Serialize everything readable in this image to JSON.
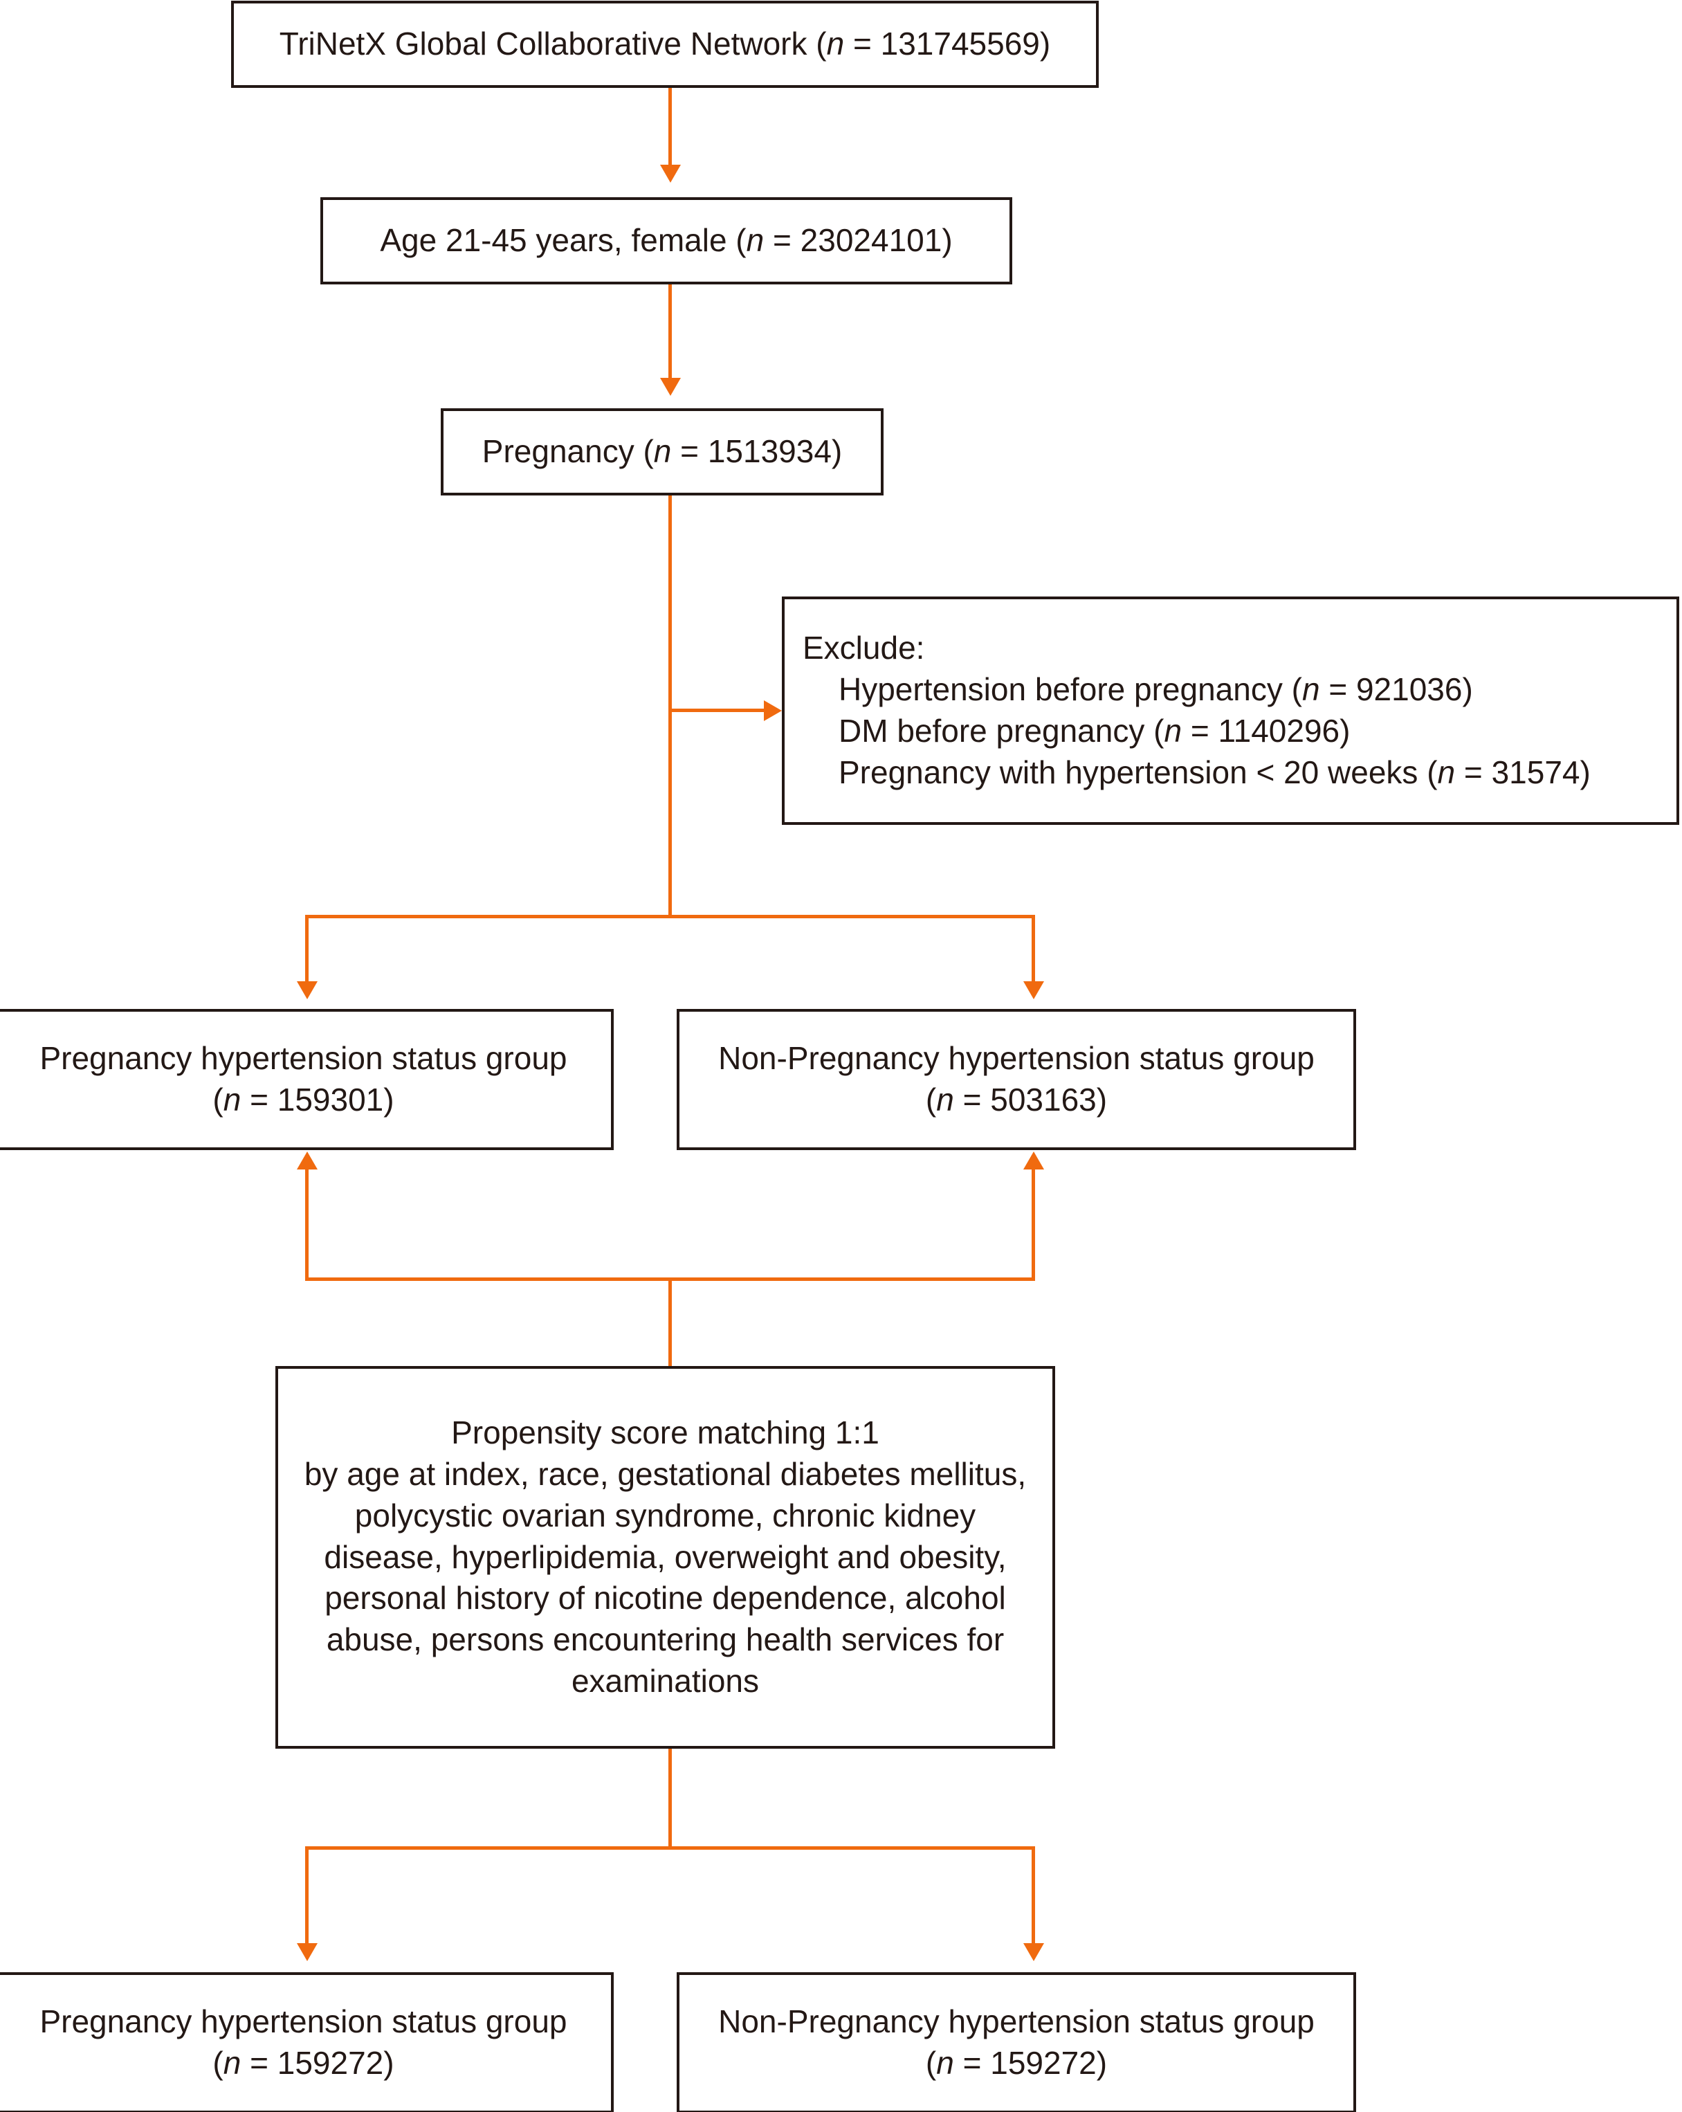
{
  "figure": {
    "type": "flowchart",
    "title": "Study population selection flow diagram",
    "colors": {
      "box_border": "#231815",
      "connector": "#F06A0F",
      "text": "#231815",
      "background": "#FFFFFF"
    }
  },
  "nodes": {
    "cohort_source": {
      "label": "TriNetX Global Collaborative Network (n = 131745569)",
      "text": "TriNetX Global Collaborative Network (",
      "n_var": "n",
      "n_eq": " = 131745569)",
      "n_value": 131745569
    },
    "age_sex_filter": {
      "label": "Age 21-45 years, female (n = 23024101)",
      "text": "Age 21-45 years, female (",
      "n_var": "n",
      "n_eq": " = 23024101)",
      "n_value": 23024101
    },
    "pregnancy": {
      "label": "Pregnancy (n = 1513934)",
      "text": "Pregnancy (",
      "n_var": "n",
      "n_eq": " = 1513934)",
      "n_value": 1513934
    },
    "exclude": {
      "heading": "Exclude:",
      "items": [
        {
          "text": "Hypertension before pregnancy (",
          "n_var": "n",
          "n_eq": " = 921036)",
          "n_value": 921036,
          "label": "Hypertension before pregnancy (n = 921036)"
        },
        {
          "text": "DM before pregnancy (",
          "n_var": "n",
          "n_eq": " = 1140296)",
          "n_value": 1140296,
          "label": "DM before pregnancy (n = 1140296)"
        },
        {
          "text": "Pregnancy with hypertension < 20 weeks (",
          "n_var": "n",
          "n_eq": " = 31574)",
          "n_value": 31574,
          "label": "Pregnancy with hypertension < 20 weeks (n = 31574)"
        }
      ]
    },
    "group_pregnancy_pre": {
      "line1": "Pregnancy hypertension status group",
      "n_open": "(",
      "n_var": "n",
      "n_eq": " = 159301)",
      "n_value": 159301,
      "label": "Pregnancy hypertension status group (n = 159301)"
    },
    "group_nonpregnancy_pre": {
      "line1": "Non-Pregnancy hypertension status group",
      "n_open": "(",
      "n_var": "n",
      "n_eq": " = 503163)",
      "n_value": 503163,
      "label": "Non-Pregnancy hypertension status group (n = 503163)"
    },
    "propensity_matching": {
      "line1": "Propensity score matching 1:1",
      "body": "by age at index, race, gestational diabetes mellitus, polycystic ovarian syndrome, chronic kidney disease, hyperlipidemia, overweight and obesity, personal history of nicotine dependence, alcohol abuse, persons encountering health services for examinations",
      "ratio": "1:1",
      "covariates": [
        "age at index",
        "race",
        "gestational diabetes mellitus",
        "polycystic ovarian syndrome",
        "chronic kidney disease",
        "hyperlipidemia",
        "overweight and obesity",
        "personal history of nicotine dependence",
        "alcohol abuse",
        "persons encountering health services for examinations"
      ]
    },
    "group_pregnancy_post": {
      "line1": "Pregnancy hypertension status group",
      "n_open": "(",
      "n_var": "n",
      "n_eq": " = 159272)",
      "n_value": 159272,
      "label": "Pregnancy hypertension status group (n = 159272)"
    },
    "group_nonpregnancy_post": {
      "line1": "Non-Pregnancy hypertension status group",
      "n_open": "(",
      "n_var": "n",
      "n_eq": " = 159272)",
      "n_value": 159272,
      "label": "Non-Pregnancy hypertension status group (n = 159272)"
    }
  }
}
